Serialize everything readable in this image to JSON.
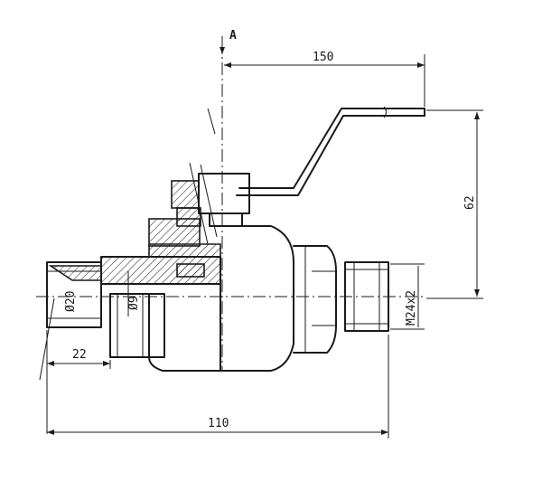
{
  "view_label": "A",
  "dimensions": {
    "handle_reach": "150",
    "handle_height": "62",
    "thread_spec": "M24x2",
    "pipe_diameter": "Ø20",
    "bore_diameter": "Ø9",
    "end_length": "22",
    "overall_length": "110"
  }
}
